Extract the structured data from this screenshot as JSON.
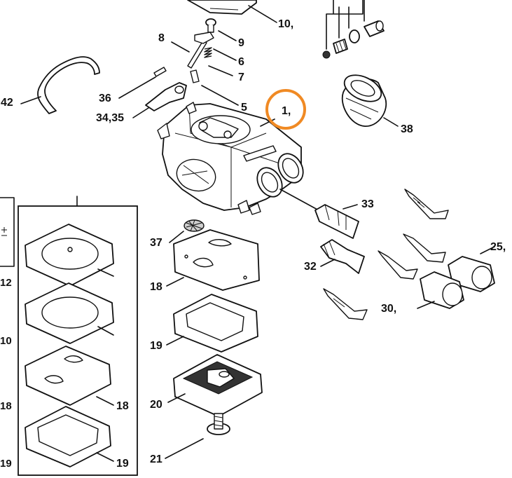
{
  "labels": {
    "l10": "10,",
    "l9": "9",
    "l8": "8",
    "l6": "6",
    "l7": "7",
    "l42": "42",
    "l36": "36",
    "l3435": "34,35",
    "l5": "5",
    "l1": "1,",
    "l38": "38",
    "l33": "33",
    "l37": "37",
    "l32": "32",
    "l25": "25,",
    "l18": "18",
    "l30": "30,",
    "l19": "19",
    "l20": "20",
    "l21": "21",
    "k18": "18",
    "k19": "19"
  },
  "edge_labels": {
    "e12": "12",
    "e10": "10",
    "e18": "18",
    "e19": "19"
  },
  "highlight": {
    "color": "#F08A24",
    "target": "1"
  }
}
